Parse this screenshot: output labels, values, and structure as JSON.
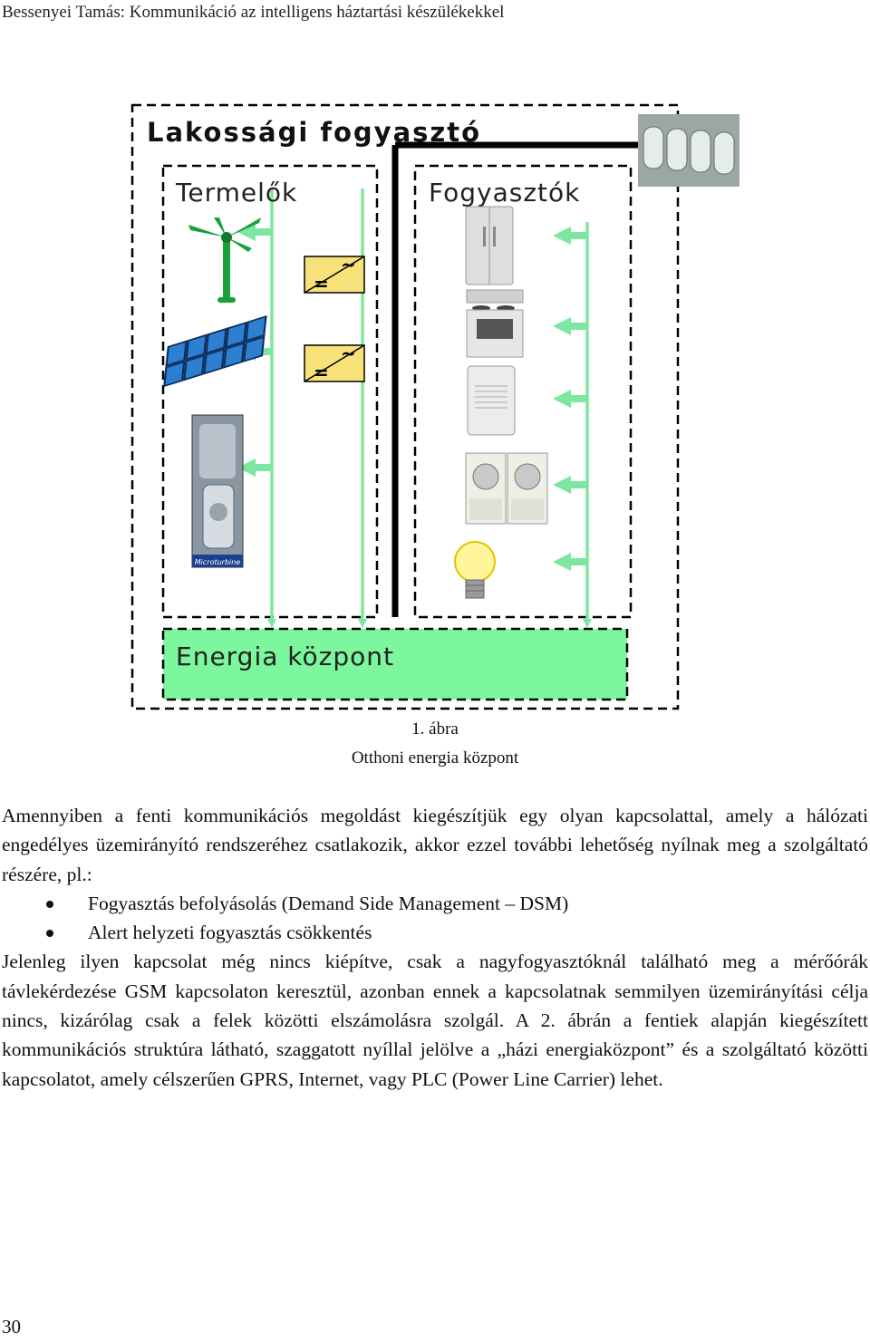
{
  "header": {
    "running_title": "Bessenyei Tamás: Kommunikáció az intelligens háztartási készülékekkel"
  },
  "figure": {
    "outer_label": "Lakossági fogyasztó",
    "producers_label": "Termelők",
    "consumers_label": "Fogyasztók",
    "center_label": "Energia központ",
    "inverter_ac_symbol": "~",
    "inverter_dc_symbol": "=",
    "microturbine_label": "Microturbine",
    "colors": {
      "green_line": "#7de6a0",
      "center_fill": "#7cf79e",
      "inverter_fill": "#f7e27a",
      "bus_line": "#000000"
    },
    "icons": [
      "wind-turbine-icon",
      "solar-panel-icon",
      "microturbine-icon",
      "inverter-icon",
      "refrigerator-icon",
      "stove-icon",
      "dehumidifier-icon",
      "washer-dryer-icon",
      "light-bulb-icon",
      "electric-meters-icon"
    ]
  },
  "caption": {
    "number": "1. ábra",
    "title": "Otthoni energia központ"
  },
  "body": {
    "para1": "Amennyiben a fenti kommunikációs megoldást kiegészítjük egy olyan kapcsolattal, amely a hálózati engedélyes üzemirányító rendszeréhez csatlakozik, akkor ezzel további lehetőség nyílnak meg a szolgáltató részére, pl.:",
    "bullets": [
      "Fogyasztás befolyásolás (Demand Side Management – DSM)",
      "Alert helyzeti fogyasztás csökkentés"
    ],
    "para2": "Jelenleg ilyen kapcsolat még nincs kiépítve, csak a nagyfogyasztóknál található meg a mérőórák távlekérdezése GSM kapcsolaton keresztül, azonban ennek a kapcsolatnak semmilyen üzemirányítási célja nincs, kizárólag csak a felek közötti elszámolásra szolgál. A 2. ábrán a fentiek alapján kiegészített kommunikációs struktúra látható, szaggatott nyíllal jelölve a „házi energiaközpont” és a szolgáltató közötti kapcsolatot, amely célszerűen GPRS, Internet, vagy PLC (Power Line Carrier) lehet."
  },
  "page_number": "30"
}
